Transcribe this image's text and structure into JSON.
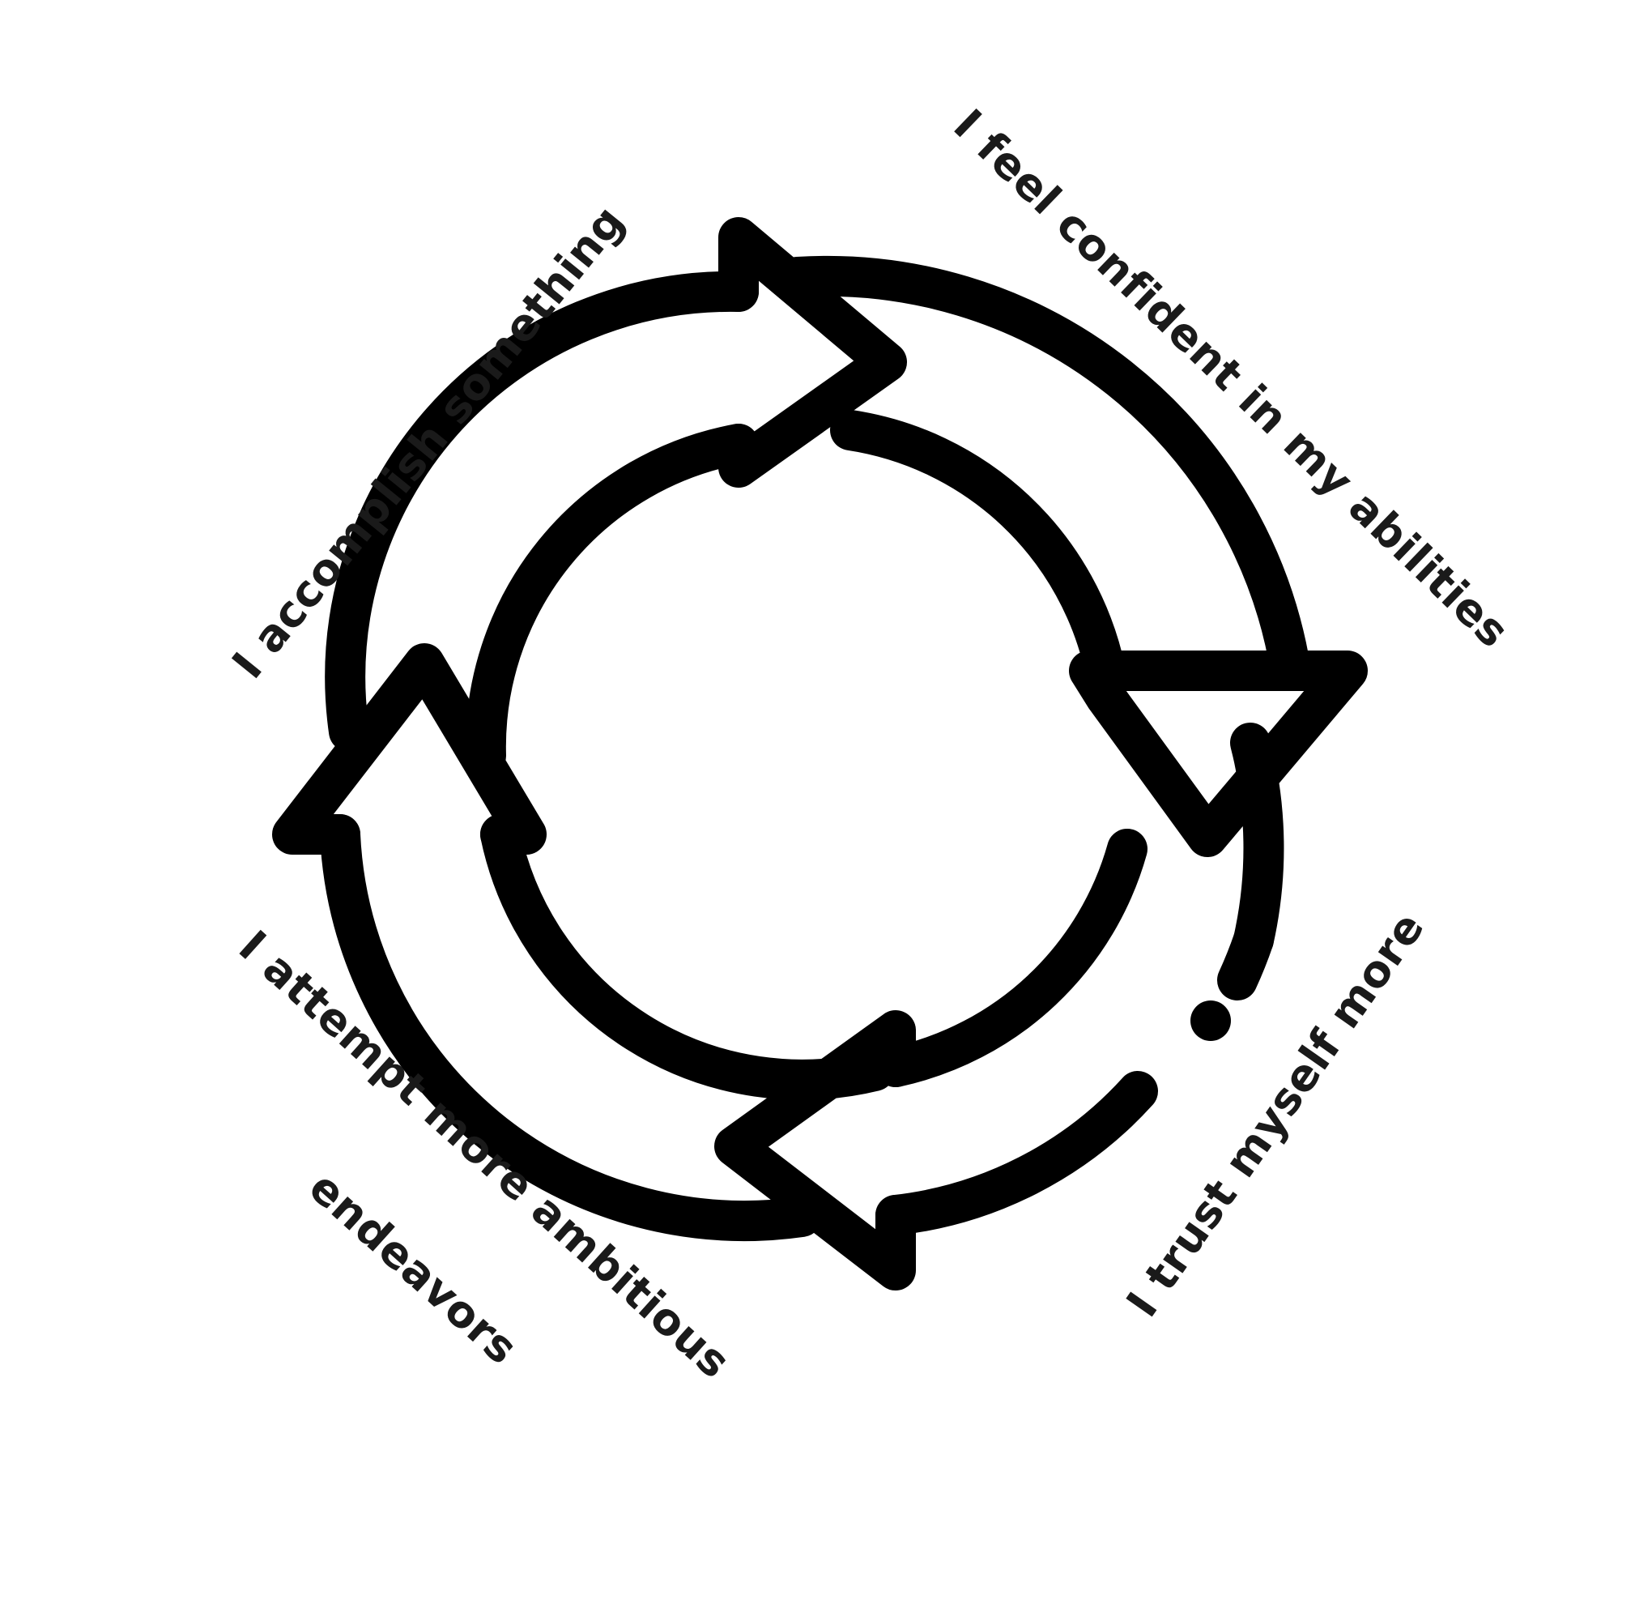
{
  "colors": {
    "background": "#ffffff",
    "ink": "#000000",
    "label": "#1a1a1a"
  },
  "diagram": {
    "type": "cycle",
    "icon": "circular-arrows-icon",
    "steps": [
      {
        "label": "I accomplish something"
      },
      {
        "label": "I feel confident in my abilities"
      },
      {
        "label": "I trust myself more"
      },
      {
        "label": "I attempt more ambitious",
        "label_line2": "endeavors"
      }
    ]
  }
}
